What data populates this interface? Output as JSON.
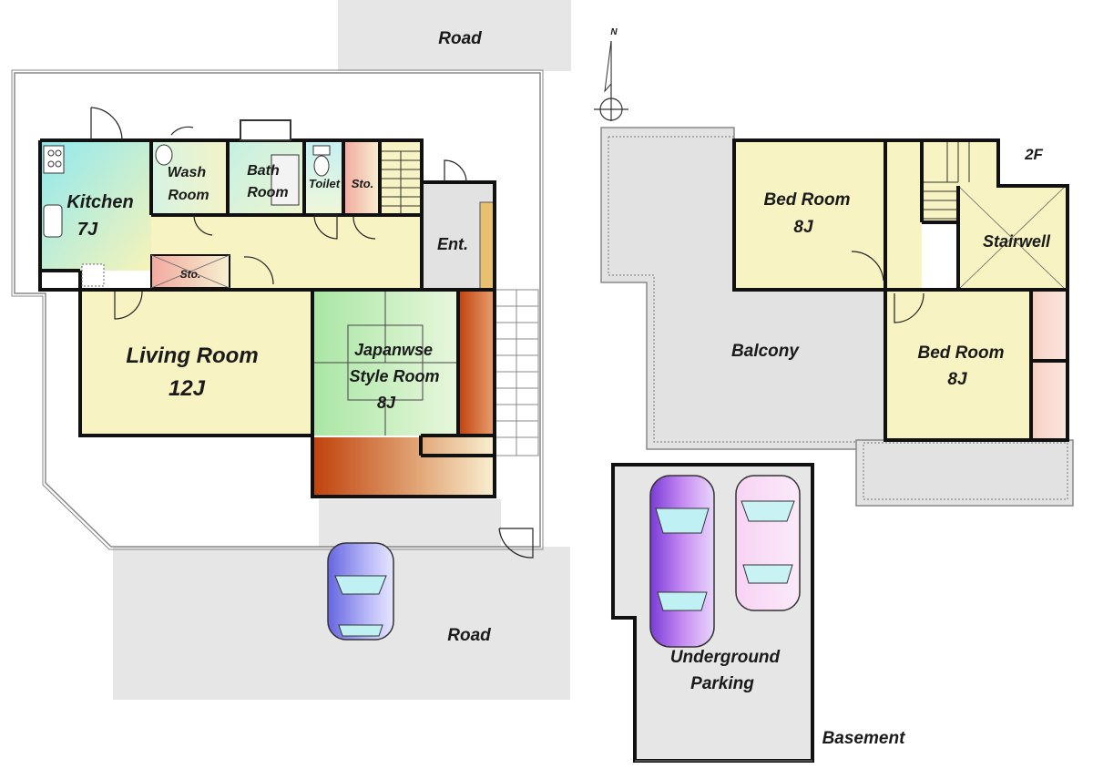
{
  "labels": {
    "road_top": "Road",
    "road_bottom": "Road",
    "north": "N",
    "second_floor": "2F",
    "kitchen": "Kitchen",
    "kitchen_size": "7J",
    "wash_line1": "Wash",
    "wash_line2": "Room",
    "bath_line1": "Bath",
    "bath_line2": "Room",
    "toilet": "Toilet",
    "storage_upper": "Sto.",
    "storage_lower": "Sto.",
    "entrance": "Ent.",
    "living": "Living Room",
    "living_size": "12J",
    "japanese_line1": "Japanwse",
    "japanese_line2": "Style Room",
    "japanese_size": "8J",
    "bedroom1": "Bed Room",
    "bedroom1_size": "8J",
    "bedroom2": "Bed Room",
    "bedroom2_size": "8J",
    "stairwell": "Stairwell",
    "balcony": "Balcony",
    "parking_line1": "Underground",
    "parking_line2": "Parking",
    "basement": "Basement"
  },
  "colors": {
    "road": "#e6e6e6",
    "kitchen": "#aef0e0",
    "hall": "#f7f3c2",
    "living": "#f7f3c2",
    "japanese": "#cdeec0",
    "toilet": "#d8f5e4",
    "storage_upper": "#f5d8c8",
    "entrance": "#e2e2e2",
    "bedroom": "#f7f3c2",
    "closet": "#f8cfc4",
    "balcony": "#e2e2e2",
    "parking": "#e6e6e6",
    "car_purple": "#a65ee8",
    "car_pink": "#f4c6f0",
    "car_blue": "#8c8cf0",
    "veranda": "#c8501a"
  }
}
